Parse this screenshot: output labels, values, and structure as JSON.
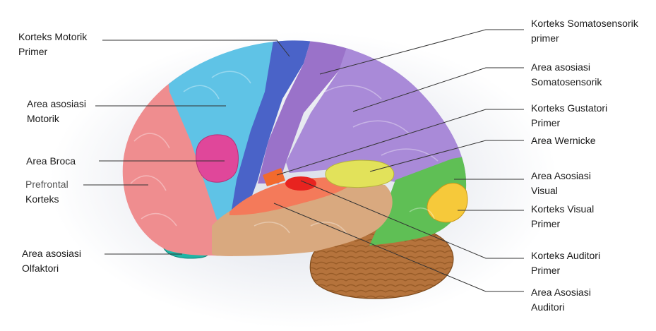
{
  "labels": {
    "motorik_primer": [
      "Korteks Motorik",
      "Primer"
    ],
    "asosiasi_motorik": [
      "Area asosiasi",
      "Motorik"
    ],
    "broca": [
      "Area Broca"
    ],
    "prefrontal": [
      "Prefrontal",
      "Korteks"
    ],
    "olfaktori": [
      "Area asosiasi",
      "Olfaktori"
    ],
    "somato_primer": [
      "Korteks Somatosensorik",
      "primer"
    ],
    "asosiasi_somato": [
      "Area asosiasi",
      "Somatosensorik"
    ],
    "gustatori": [
      "Korteks Gustatori",
      "Primer"
    ],
    "wernicke": [
      "Area Wernicke"
    ],
    "asosiasi_visual": [
      "Area Asosiasi",
      "Visual"
    ],
    "visual_primer": [
      "Korteks Visual",
      "Primer"
    ],
    "auditori_primer": [
      "Korteks Auditori",
      "Primer"
    ],
    "asosiasi_auditori": [
      "Area Asosiasi",
      "Auditori"
    ]
  },
  "colors": {
    "prefrontal": "#ef8d8f",
    "premotor": "#5fc3e6",
    "motor": "#4a63c8",
    "somatosensory": "#9a72c9",
    "somato_assoc": "#a98ad8",
    "broca": "#e0479a",
    "temporal": "#d9a97f",
    "auditory_assoc": "#f47a5a",
    "auditory_primary": "#e8231f",
    "gustatory": "#f26a2d",
    "wernicke": "#e2e25a",
    "occipital": "#5fbf55",
    "visual_primary": "#f6c93a",
    "cerebellum": "#b5733c",
    "olfactory": "#1fb6a6"
  }
}
